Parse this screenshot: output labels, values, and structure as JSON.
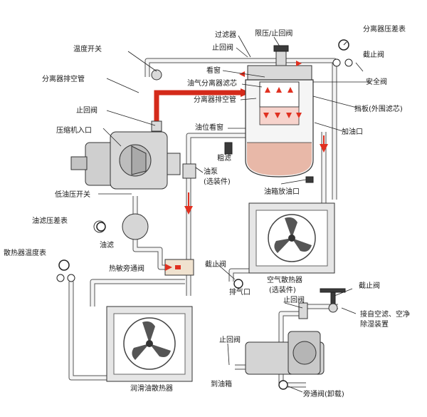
{
  "labels": {
    "temp_switch": "温度开关",
    "separator_vent": "分离器排空管",
    "check_valve_left": "止回阀",
    "compressor_inlet": "压缩机入口",
    "low_oil_switch": "低油压开关",
    "oil_filter_gauge": "油滤压差表",
    "oil_filter": "油滤",
    "cooler_temp_gauge": "散热器温度表",
    "thermal_bypass": "热敏旁通阀",
    "oil_cooler": "润滑油散热器",
    "oil_pump": "油泵\n(选装件)",
    "coarse_filter": "粗滤",
    "sight_glass": "看窗",
    "separator_filter": "油气分离器滤芯",
    "separator_vent_pipe": "分离器排空管",
    "oil_sight": "油位看窗",
    "filter": "过滤器",
    "check_valve_top": "止回阀",
    "pressure_limit_valve": "限压/止回阀",
    "separator_gauge": "分离器压差表",
    "shutoff_valve_top": "截止阀",
    "safety_valve": "安全阀",
    "baffle": "挡板(外围滤芯)",
    "oil_fill": "加油口",
    "drain_port": "油箱放油口",
    "shutoff_valve_mid": "截止阀",
    "air_cooler": "空气散热器\n(选装件)",
    "vent_port": "排气口",
    "shutoff_valve_right": "截止阀",
    "check_valve_right": "止回阀",
    "from_air_filter": "接自空滤、空净\n除湿装置",
    "check_valve_bottom": "止回阀",
    "to_tank": "到油箱",
    "bypass_unload": "旁通阀(卸载)"
  },
  "colors": {
    "pipe_outline": "#555555",
    "flow_arrow": "#e03020",
    "hot_pipe": "#d42a1a",
    "metal": "#d9d9d9",
    "oil": "#e8b8a8"
  },
  "icons": [
    "fan-icon",
    "pressure-gauge-icon",
    "valve-handle-icon",
    "compressor-icon"
  ]
}
